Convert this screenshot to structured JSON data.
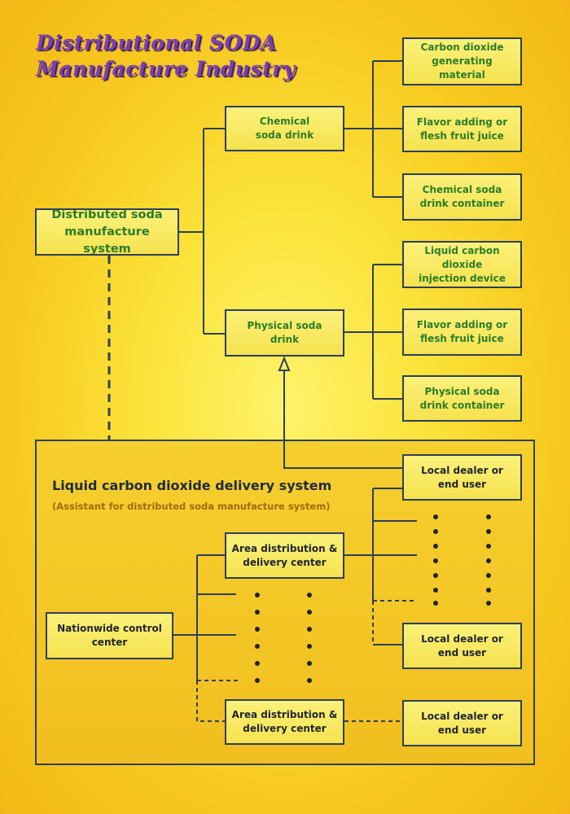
{
  "title": {
    "line1": "Distributional SODA",
    "line2": "Manufacture Industry"
  },
  "nodes": {
    "root": "Distributed soda\nmanufacture system",
    "chemical": "Chemical\nsoda drink",
    "physical": "Physical soda\ndrink",
    "co2_material": "Carbon dioxide\ngenerating material",
    "flavor_chem": "Flavor adding or\nflesh fruit juice",
    "chem_container": "Chemical soda\ndrink container",
    "liquid_co2_device": "Liquid carbon dioxide\ninjection device",
    "flavor_phys": "Flavor adding or\nflesh fruit juice",
    "phys_container": "Physical soda\ndrink container"
  },
  "delivery_system": {
    "title": "Liquid carbon dioxide delivery system",
    "subtitle": "(Assistant for distributed soda manufacture system)",
    "control_center": "Nationwide control\ncenter",
    "area_center_1": "Area distribution &\ndelivery center",
    "area_center_2": "Area distribution &\ndelivery center",
    "dealer_1": "Local dealer or\nend user",
    "dealer_2": "Local dealer or\nend user",
    "dealer_3": "Local dealer or\nend user"
  },
  "colors": {
    "background": "#f7c81e",
    "box_fill": "#f6e24f",
    "box_border": "#2d3f5c",
    "title": "#7a3fb3",
    "green_text": "#2a7d2a"
  }
}
